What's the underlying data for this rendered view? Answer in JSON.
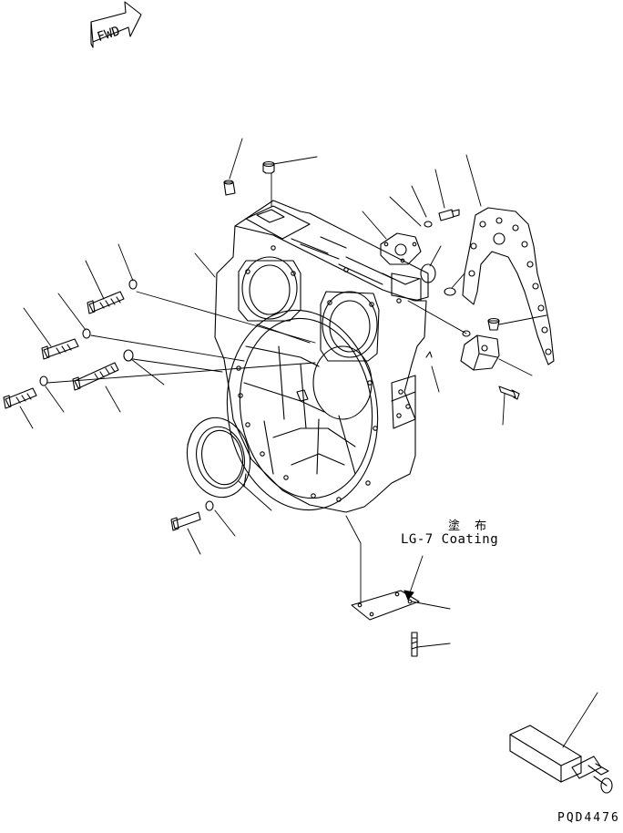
{
  "diagram": {
    "direction_marker": {
      "label": "FWD"
    },
    "coating_note": {
      "line1": "塗 布",
      "line2": "LG-7 Coating"
    },
    "drawing_number": "PQD4476"
  },
  "parts": [
    "flywheel-housing",
    "gasket",
    "oil-seal",
    "cover-plate",
    "plug-top",
    "plug-side",
    "blind-cover",
    "cover-bolt",
    "cover-washer",
    "plug-round",
    "o-ring",
    "breather-block",
    "breather-plug",
    "block-bolt",
    "dowel",
    "oring-small",
    "bolt-1",
    "washer-1",
    "bolt-2",
    "washer-2",
    "bolt-3",
    "washer-3",
    "bolt-4",
    "washer-4",
    "seal-bolt",
    "seal-washer",
    "inspection-cover",
    "cover-plate-bolt",
    "guide-tool"
  ]
}
